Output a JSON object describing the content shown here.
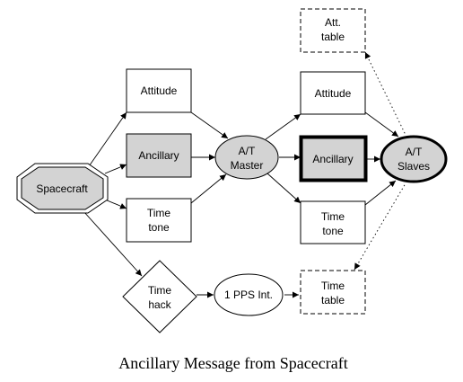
{
  "nodes": {
    "spacecraft": {
      "label": "Spacecraft"
    },
    "attitude_in": {
      "label": "Attitude"
    },
    "ancillary_in": {
      "label": "Ancillary"
    },
    "timetone_in": {
      "line1": "Time",
      "line2": "tone"
    },
    "timehack": {
      "line1": "Time",
      "line2": "hack"
    },
    "at_master": {
      "line1": "A/T",
      "line2": "Master"
    },
    "pps_int": {
      "label": "1 PPS Int."
    },
    "attitude_out": {
      "label": "Attitude"
    },
    "ancillary_out": {
      "label": "Ancillary"
    },
    "timetone_out": {
      "line1": "Time",
      "line2": "tone"
    },
    "time_table": {
      "line1": "Time",
      "line2": "table"
    },
    "att_table": {
      "line1": "Att.",
      "line2": "table"
    },
    "at_slaves": {
      "line1": "A/T",
      "line2": "Slaves"
    }
  },
  "caption": "Ancillary Message from Spacecraft",
  "colors": {
    "shaded_fill": "#d3d3d3",
    "stroke": "#000000",
    "background": "#ffffff"
  }
}
